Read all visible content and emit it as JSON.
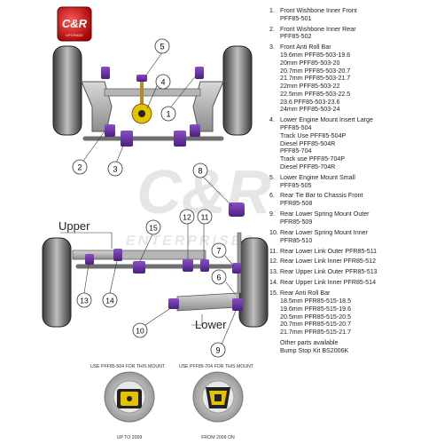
{
  "logo": {
    "text": "C&R",
    "sub": "UPGRADE"
  },
  "watermark": {
    "main": "C&R",
    "sub": "ENTERPRISES"
  },
  "callouts": [
    "5",
    "4",
    "1",
    "2",
    "3",
    "8",
    "12",
    "11",
    "15",
    "13",
    "14",
    "7",
    "6",
    "10",
    "9"
  ],
  "axle_labels": {
    "upper": "Upper",
    "lower": "Lower"
  },
  "mount_captions": {
    "left_title": "USE PFF85-504 FOR THIS MOUNT",
    "right_title": "USE PFF85-704 FOR THIS MOUNT",
    "left_footer": "UP TO 2009",
    "right_footer": "FROM 2009 ON"
  },
  "parts": [
    {
      "num": "1.",
      "lines": [
        "Front Wishbone Inner Front",
        "PFF85-501"
      ]
    },
    {
      "num": "2.",
      "lines": [
        "Front Wishbone Inner Rear",
        "PFF85-502"
      ]
    },
    {
      "num": "3.",
      "lines": [
        "Front Anti Roll Bar",
        "19.6mm PFF85-503-19.6",
        "20mm PFF85-503-20",
        "20.7mm PFF85-503-20.7",
        "21.7mm PFF85-503-21.7",
        "22mm PFF85-503-22",
        "22.5mm PFF85-503-22.5",
        "23.6 PFF85-503-23.6",
        "24mm PFF85-503-24"
      ]
    },
    {
      "num": "4.",
      "lines": [
        "Lower Engine Mount Insert Large",
        "PFF85-504",
        "Track Use PFF85-504P",
        "Diesel PFF85-504R",
        "PFF85-704",
        "Track use PFF85-704P",
        "Diesel PFF85-704R"
      ]
    },
    {
      "num": "5.",
      "lines": [
        "Lower Engine Mount Small",
        "PFF85-505"
      ]
    },
    {
      "num": "6.",
      "lines": [
        "Rear Tie Bar to Chassis Front",
        "PFR85-508"
      ]
    },
    {
      "num": "9.",
      "lines": [
        "Rear Lower Spring Mount Outer",
        "PFR85-509"
      ]
    },
    {
      "num": "10.",
      "lines": [
        "Rear Lower Spring Mount Inner",
        "PFR85-510"
      ]
    },
    {
      "num": "11.",
      "lines": [
        "Rear Lower Link Outer PFR85-511"
      ]
    },
    {
      "num": "12.",
      "lines": [
        "Rear Lower Link Inner PFR85-512"
      ]
    },
    {
      "num": "13.",
      "lines": [
        "Rear Upper Link Outer PFR85-513"
      ]
    },
    {
      "num": "14.",
      "lines": [
        "Rear Upper Link Inner PFR85-514"
      ]
    },
    {
      "num": "15.",
      "lines": [
        "Rear Anti Roll Bar",
        "18.5mm PFR85-515-18.5",
        "19.6mm PFR85-515-19.6",
        "20.5mm PFR85-515-20.5",
        "20.7mm PFR85-515-20.7",
        "21.7mm PFR85-515-21.7"
      ]
    }
  ],
  "footer_note": [
    "Other parts available",
    "Bump Stop Kit  BS2006K"
  ]
}
